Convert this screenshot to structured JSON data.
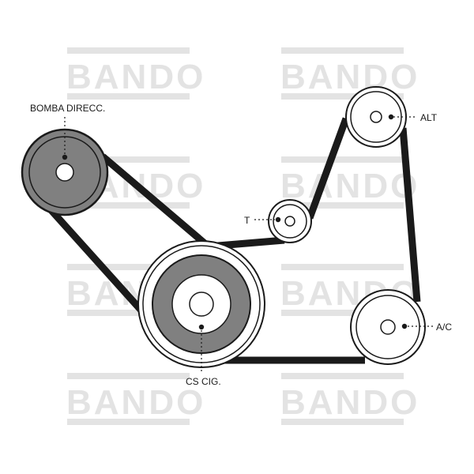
{
  "watermark": {
    "text": "BANDO",
    "color": "#e3e3e3"
  },
  "colors": {
    "belt": "#1a1a1a",
    "pulley_gray": "#808080",
    "stroke": "#1a1a1a",
    "background": "#ffffff"
  },
  "pulleys": {
    "bomba": {
      "label": "BOMBA DIRECC.",
      "shade": "gray",
      "icon": "pulley-icon"
    },
    "alt": {
      "label": "ALT",
      "shade": "white",
      "icon": "pulley-icon"
    },
    "tensioner": {
      "label": "T",
      "shade": "white",
      "icon": "pulley-icon"
    },
    "ac": {
      "label": "A/C",
      "shade": "white",
      "icon": "pulley-icon"
    },
    "crank": {
      "label": "CS CIG.",
      "shade": "gray",
      "icon": "pulley-icon"
    }
  }
}
